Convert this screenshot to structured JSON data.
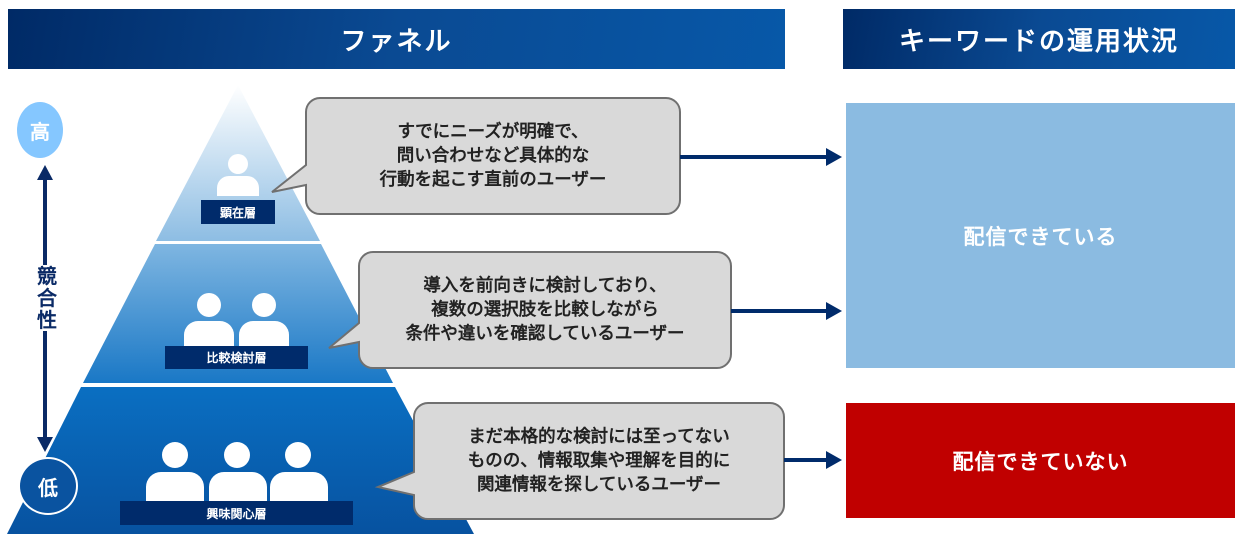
{
  "headers": {
    "funnel": "ファネル",
    "keyword_status": "キーワードの運用状況"
  },
  "axis": {
    "label": "競\n合\n性",
    "high": "高",
    "low": "低"
  },
  "layers": [
    {
      "name": "顕在層",
      "people": 1,
      "description": "すでにニーズが明確で、\n問い合わせなど具体的な\n行動を起こす直前のユーザー"
    },
    {
      "name": "比較検討層",
      "people": 2,
      "description": "導入を前向きに検討しており、\n複数の選択肢を比較しながら\n条件や違いを確認しているユーザー"
    },
    {
      "name": "興味関心層",
      "people": 3,
      "description": "まだ本格的な検討には至ってない\nものの、情報取集や理解を目的に\n関連情報を探しているユーザー"
    }
  ],
  "statuses": {
    "delivered": {
      "label": "配信できている",
      "color": "#8bbbe1"
    },
    "not_delivered": {
      "label": "配信できていない",
      "color": "#c00000"
    }
  },
  "colors": {
    "header": "#0a4a93",
    "label_bg": "#002b6b",
    "arrow": "#002b6b",
    "bubble_bg": "#d9d9d9"
  }
}
